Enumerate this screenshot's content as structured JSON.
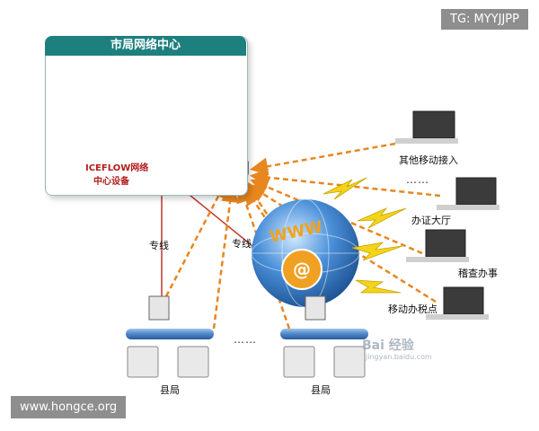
{
  "diagram": {
    "center_title": "市局网络中心",
    "center_device_label": [
      "ICEFLOW网络",
      "中心设备"
    ],
    "dedicated_line_label_left": "专线",
    "dedicated_line_label_right": "专线",
    "county_label_left": "县局",
    "county_label_right": "县局",
    "mobile_labels": [
      "其他移动接入",
      "办证大厅",
      "稽查办事",
      "移动办税点"
    ],
    "ellipsis": "……",
    "ellipsis_mid": "……",
    "globe_text": "WWW",
    "globe_symbol": "@"
  },
  "watermarks": {
    "top_right": "TG: MYYJJPP",
    "bottom_left": "www.hongce.org",
    "baidu_main": "Bai 经验",
    "baidu_sub": "jingyan.baidu.com"
  },
  "colors": {
    "center_title_bg": "#1e7f7f",
    "bus_color": "#4a78b8",
    "dashed_arrow": "#e8861f",
    "red_line": "#c0392b",
    "firewall": "#d8652c",
    "lightning": "#f3d41a"
  }
}
